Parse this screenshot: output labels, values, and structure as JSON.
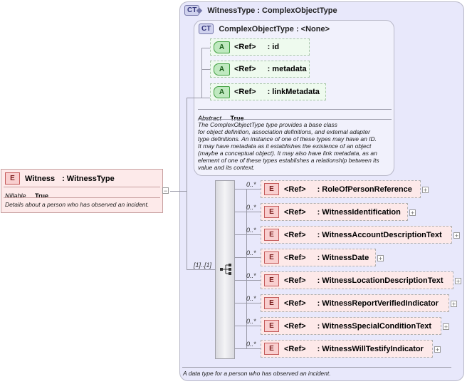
{
  "outer": {
    "badge": "CT",
    "title": "WitnessType : ComplexObjectType",
    "description": "A data type for a person who has observed an incident."
  },
  "inner": {
    "badge": "CT",
    "title": "ComplexObjectType : <None>",
    "attributes": [
      {
        "badge": "A",
        "ref": "<Ref>",
        "name": ": id"
      },
      {
        "badge": "A",
        "ref": "<Ref>",
        "name": ": metadata"
      },
      {
        "badge": "A",
        "ref": "<Ref>",
        "name": ": linkMetadata"
      }
    ],
    "abstract_label": "Abstract",
    "abstract_value": "True",
    "doc_lines": [
      "The ComplexObjectType type provides a base class",
      "for object definition, association definitions, and external adapter",
      "type definitions. An instance of one of these types may have an ID.",
      "It may have metadata as it establishes the existence of an object",
      "(maybe a conceptual object). It may also have link metadata, as an",
      "element of one of these types establishes a relationship between its",
      "value and its context."
    ]
  },
  "root": {
    "badge": "E",
    "name": "Witness",
    "type": ": WitnessType",
    "nillable_label": "Nillable",
    "nillable_value": "True",
    "description": "Details about a person who has observed an incident.",
    "collapse_symbol": "−"
  },
  "sequence": {
    "occurrence": "[1]..[1]",
    "icon": "sequence-icon"
  },
  "elements": [
    {
      "occ": "0..*",
      "badge": "E",
      "ref": "<Ref>",
      "name": ": RoleOfPersonReference"
    },
    {
      "occ": "0..*",
      "badge": "E",
      "ref": "<Ref>",
      "name": ": WitnessIdentification"
    },
    {
      "occ": "0..*",
      "badge": "E",
      "ref": "<Ref>",
      "name": ": WitnessAccountDescriptionText"
    },
    {
      "occ": "0..*",
      "badge": "E",
      "ref": "<Ref>",
      "name": ": WitnessDate"
    },
    {
      "occ": "0..*",
      "badge": "E",
      "ref": "<Ref>",
      "name": ": WitnessLocationDescriptionText"
    },
    {
      "occ": "0..*",
      "badge": "E",
      "ref": "<Ref>",
      "name": ": WitnessReportVerifiedIndicator"
    },
    {
      "occ": "0..*",
      "badge": "E",
      "ref": "<Ref>",
      "name": ": WitnessSpecialConditionText"
    },
    {
      "occ": "0..*",
      "badge": "E",
      "ref": "<Ref>",
      "name": ": WitnessWillTestifyIndicator"
    }
  ],
  "expand_symbol": "+"
}
